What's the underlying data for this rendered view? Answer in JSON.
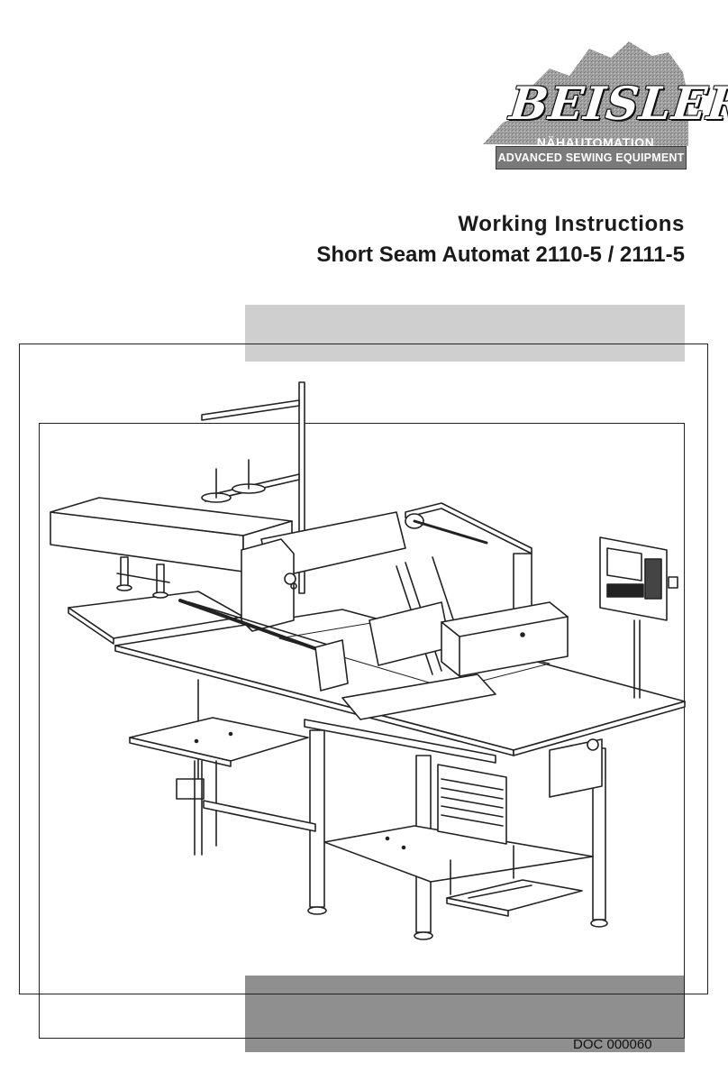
{
  "logo": {
    "brand": "BEISLER",
    "subtitle": "NÄHAUTOMATION",
    "tagline": "ADVANCED SEWING EQUIPMENT"
  },
  "title": {
    "line1": "Working Instructions",
    "line2": "Short Seam Automat 2110-5 / 2111-5"
  },
  "document": {
    "number": "DOC 000060"
  },
  "colors": {
    "band_top": "#cfcfcf",
    "band_bottom": "#8f8f8f",
    "logo_bar": "#7a7a7a",
    "logo_texture": "#9b9b9b"
  }
}
